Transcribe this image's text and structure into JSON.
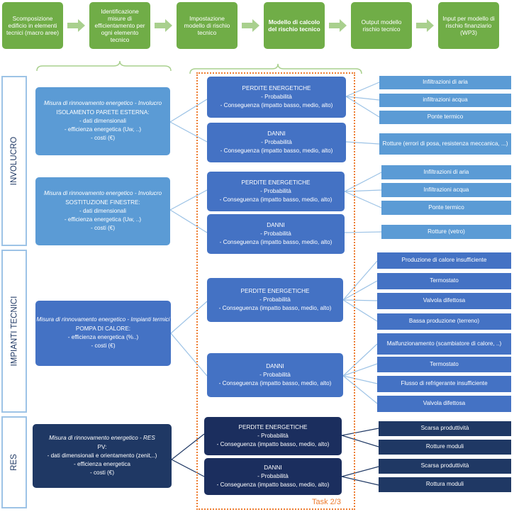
{
  "pipeline": [
    {
      "label": "Scomposizione edificio in elementi tecnici (macro aree)",
      "highlight": false
    },
    {
      "label": "Identificazione misure di efficientamento per ogni elemento tecnico",
      "highlight": false
    },
    {
      "label": "Impostazione modello di rischio tecnico",
      "highlight": false
    },
    {
      "label": "Modello di calcolo del rischio tecnico",
      "highlight": true
    },
    {
      "label": "Output modello rischio tecnico",
      "highlight": false
    },
    {
      "label": "Input per modello di rischio finanziario (WP3)",
      "highlight": false
    }
  ],
  "sections": {
    "involucro": "INVOLUCRO",
    "impianti": "IMPIANTI TECNICI",
    "res": "RES"
  },
  "task_label": "Task 2/3",
  "measures": [
    {
      "title": "Misura di rinnovamento energetico - Involucro",
      "name": "ISOLAMENTO PARETE ESTERNA:",
      "items": [
        "- dati dimensionali",
        "- efficienza energetica (Uw, ..)",
        "-   costi (€)"
      ]
    },
    {
      "title": "Misura di rinnovamento energetico - Involucro",
      "name": "SOSTITUZIONE FINESTRE:",
      "items": [
        "- dati dimensionali",
        "- efficienza energetica (Uw, ..)",
        "-   costi (€)"
      ]
    },
    {
      "title": "Misura di rinnovamento energetico - Impianti termici",
      "name": "POMPA DI CALORE:",
      "items": [
        "- efficienza energetica (%..)",
        "-   costi (€)"
      ]
    },
    {
      "title": "Misura di rinnovamento energetico - RES",
      "name": "PV:",
      "items": [
        "- dati dimensionali e orientamento (zenit,..)",
        "-        efficienza energetica",
        "-   costi (€)"
      ]
    }
  ],
  "risk_boxes": [
    {
      "title": "PERDITE ENERGETICHE",
      "l1": "- Probabilità",
      "l2": "- Conseguenza (impatto basso, medio, alto)"
    },
    {
      "title": "DANNI",
      "l1": "- Probabilità",
      "l2": "- Conseguenza (impatto basso, medio, alto)"
    },
    {
      "title": "PERDITE ENERGETICHE",
      "l1": "- Probabilità",
      "l2": "- Conseguenza (impatto basso, medio, alto)"
    },
    {
      "title": "DANNI",
      "l1": "- Probabilità",
      "l2": "- Conseguenza (impatto basso, medio, alto)"
    },
    {
      "title": "PERDITE ENERGETICHE",
      "l1": "- Probabilità",
      "l2": "- Conseguenza (impatto basso, medio, alto)"
    },
    {
      "title": "DANNI",
      "l1": "- Probabilità",
      "l2": "- Conseguenza (impatto basso, medio, alto)"
    },
    {
      "title": "PERDITE ENERGETICHE",
      "l1": "- Probabilità",
      "l2": "- Conseguenza (impatto basso, medio, alto)"
    },
    {
      "title": "DANNI",
      "l1": "- Probabilità",
      "l2": "- Conseguenza (impatto basso, medio, alto)"
    }
  ],
  "outputs": [
    "Infiltrazioni di aria",
    "infiltrazioni acqua",
    "Ponte termico",
    "Rotture (errori di posa, resistenza meccanica, ...)",
    "Infiltrazioni di aria",
    "Infiltrazioni acqua",
    "Ponte termico",
    "Rotture (vetro)",
    "Produzione di calore insufficiente",
    "Termostato",
    "Valvola difettosa",
    "Bassa produzione (terreno)",
    "Malfunzionamento (scambiatore di calore, ..)",
    "Termostato",
    "Flusso di refrigerante insufficiente",
    "Valvola difettosa",
    "Scarsa produttività",
    "Rotture moduli",
    "Scarsa produttività",
    "Rottura moduli"
  ]
}
